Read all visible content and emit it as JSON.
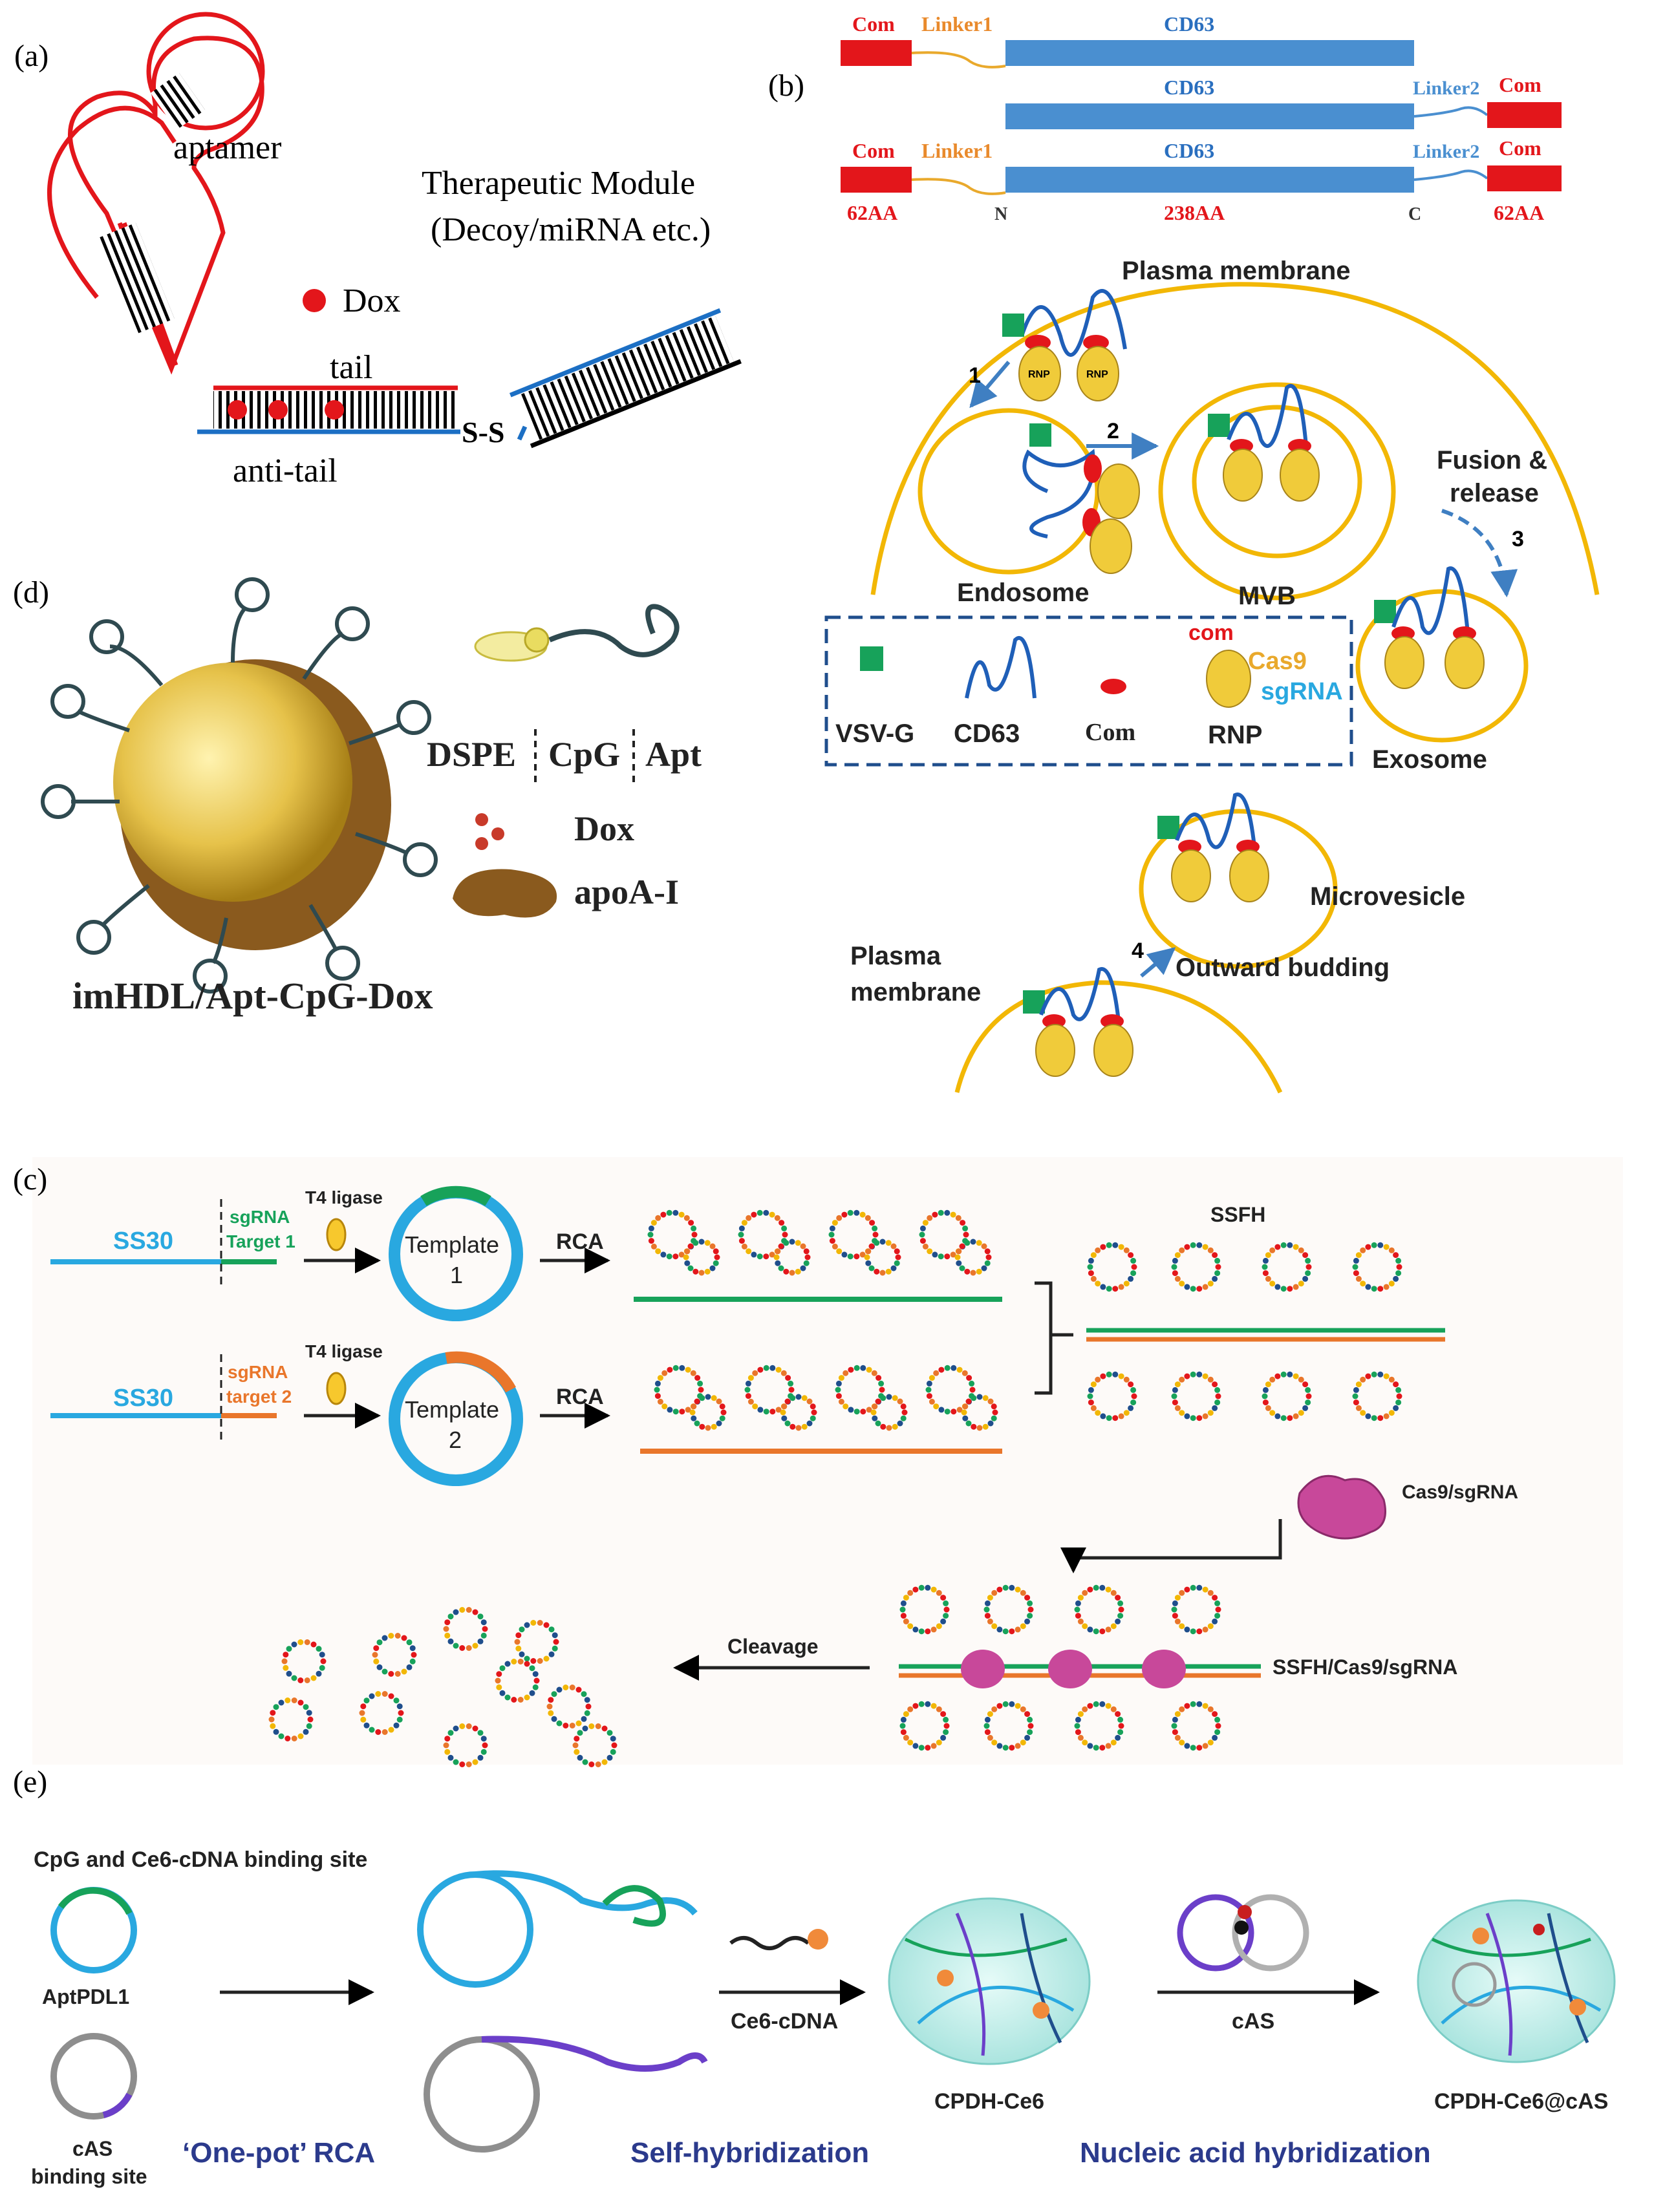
{
  "panel_labels": {
    "a": "(a)",
    "b": "(b)",
    "c": "(c)",
    "d": "(d)",
    "e": "(e)"
  },
  "panel_a": {
    "aptamer": "aptamer",
    "therapeutic_line1": "Therapeutic Module",
    "therapeutic_line2": "(Decoy/miRNA etc.)",
    "dox": "Dox",
    "tail": "tail",
    "anti_tail": "anti-tail",
    "disulfide": "S-S"
  },
  "panel_b": {
    "com": "Com",
    "linker1": "Linker1",
    "linker2": "Linker2",
    "cd63": "CD63",
    "aa62": "62AA",
    "aa238": "238AA",
    "n_term": "N",
    "c_term": "C",
    "plasma_membrane": "Plasma membrane",
    "plasma_membrane_bottom_1": "Plasma",
    "plasma_membrane_bottom_2": "membrane",
    "endosome": "Endosome",
    "mvb": "MVB",
    "fusion_1": "Fusion &",
    "fusion_2": "release",
    "exosome": "Exosome",
    "microvesicle": "Microvesicle",
    "outward_budding": "Outward budding",
    "rnp": "RNP",
    "steps": [
      "1",
      "2",
      "3",
      "4"
    ],
    "legend": {
      "vsvg": "VSV-G",
      "cd63": "CD63",
      "com": "Com",
      "rnp": "RNP",
      "com_small": "com",
      "cas9": "Cas9",
      "sgrna": "sgRNA"
    }
  },
  "panel_c": {
    "ss30": "SS30",
    "sgrna_target1_1": "sgRNA",
    "sgrna_target1_2": "Target 1",
    "sgrna_target2_1": "sgRNA",
    "sgrna_target2_2": "target  2",
    "t4_ligase": "T4 ligase",
    "template": "Template",
    "template1_num": "1",
    "template2_num": "2",
    "rca": "RCA",
    "ssfh": "SSFH",
    "cas9_sgrna": "Cas9/sgRNA",
    "ssfh_cas9": "SSFH/Cas9/sgRNA",
    "cleavage": "Cleavage"
  },
  "panel_d": {
    "dspe": "DSPE",
    "cpg": "CpG",
    "apt": "Apt",
    "dox": "Dox",
    "apoai": "apoA-I",
    "caption": "imHDL/Apt-CpG-Dox"
  },
  "panel_e": {
    "cpg_site": "CpG and Ce6-cDNA binding site",
    "aptpdl1": "AptPDL1",
    "cas_site_1": "cAS",
    "cas_site_2": "binding site",
    "one_pot": "‘One-pot’ RCA",
    "ce6_cdna": "Ce6-cDNA",
    "self_hyb": "Self-hybridization",
    "cpdh": "CPDH-Ce6",
    "cas": "cAS",
    "nucleic_hyb": "Nucleic acid hybridization",
    "cpdh_cas": "CPDH-Ce6@cAS"
  },
  "colors": {
    "red": "#e3161b",
    "blue_bar": "#4a8fd0",
    "orange": "#e98a2c",
    "navy": "#1f4e8c",
    "yellow": "#f2b705",
    "green": "#17a25a",
    "cyan": "#29a8e0",
    "dark_text": "#2b3a8c"
  }
}
